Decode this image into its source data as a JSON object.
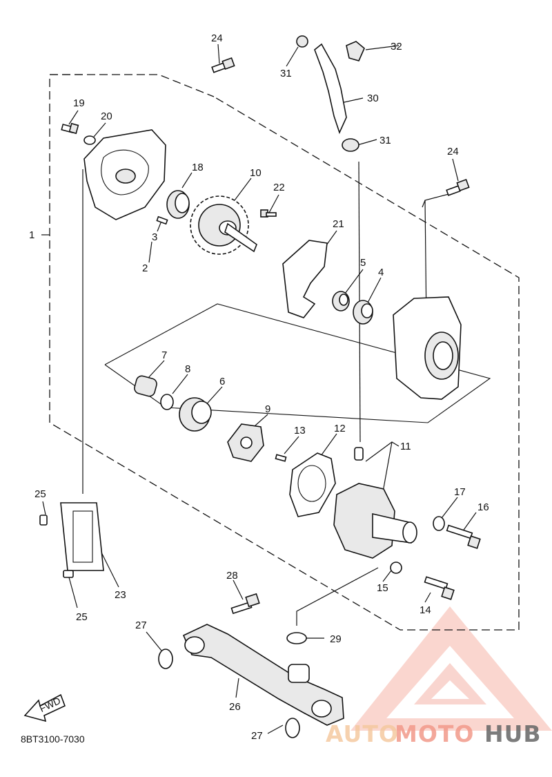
{
  "diagram": {
    "catalog_code": "8BT3100-7030",
    "fwd_label": "FWD",
    "callouts": [
      {
        "id": "c1",
        "label": "1"
      },
      {
        "id": "c2",
        "label": "2"
      },
      {
        "id": "c3",
        "label": "3"
      },
      {
        "id": "c4",
        "label": "4"
      },
      {
        "id": "c5",
        "label": "5"
      },
      {
        "id": "c6",
        "label": "6"
      },
      {
        "id": "c7",
        "label": "7"
      },
      {
        "id": "c8",
        "label": "8"
      },
      {
        "id": "c9",
        "label": "9"
      },
      {
        "id": "c10",
        "label": "10"
      },
      {
        "id": "c11",
        "label": "11"
      },
      {
        "id": "c12",
        "label": "12"
      },
      {
        "id": "c13",
        "label": "13"
      },
      {
        "id": "c14",
        "label": "14"
      },
      {
        "id": "c15",
        "label": "15"
      },
      {
        "id": "c16",
        "label": "16"
      },
      {
        "id": "c17",
        "label": "17"
      },
      {
        "id": "c18",
        "label": "18"
      },
      {
        "id": "c19",
        "label": "19"
      },
      {
        "id": "c20",
        "label": "20"
      },
      {
        "id": "c21",
        "label": "21"
      },
      {
        "id": "c22",
        "label": "22"
      },
      {
        "id": "c23",
        "label": "23"
      },
      {
        "id": "c24a",
        "label": "24"
      },
      {
        "id": "c24b",
        "label": "24"
      },
      {
        "id": "c25a",
        "label": "25"
      },
      {
        "id": "c25b",
        "label": "25"
      },
      {
        "id": "c26",
        "label": "26"
      },
      {
        "id": "c27a",
        "label": "27"
      },
      {
        "id": "c27b",
        "label": "27"
      },
      {
        "id": "c28",
        "label": "28"
      },
      {
        "id": "c29",
        "label": "29"
      },
      {
        "id": "c30",
        "label": "30"
      },
      {
        "id": "c31a",
        "label": "31"
      },
      {
        "id": "c31b",
        "label": "31"
      },
      {
        "id": "c32",
        "label": "32"
      }
    ]
  },
  "watermark": {
    "part1": "AUTO",
    "part2": "MOTO",
    "part3": "HUB",
    "color_light": "#f5c9a0",
    "color_mid": "#f29a8a",
    "color_dark": "#666666"
  }
}
